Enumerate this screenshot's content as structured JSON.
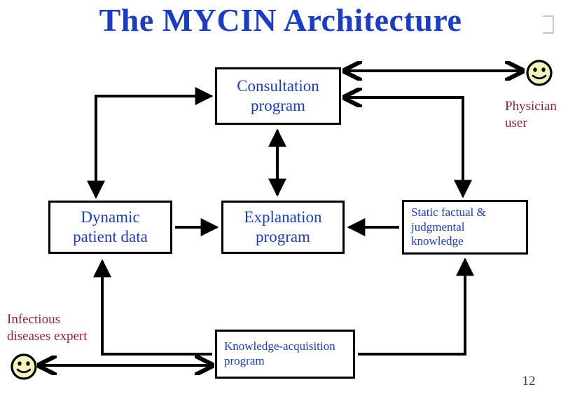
{
  "slide": {
    "title": "The MYCIN Architecture",
    "page_number": "12",
    "title_color": "#1a3cc8",
    "node_text_color": "#1a3cc8",
    "actor_label_color": "#96223a",
    "line_color": "#000000",
    "smiley_fill": "#f2f2ba",
    "background": "#ffffff"
  },
  "nodes": {
    "consultation": {
      "line1": "Consultation",
      "line2": "program"
    },
    "dynamic": {
      "line1": "Dynamic",
      "line2": "patient data"
    },
    "explanation": {
      "line1": "Explanation",
      "line2": "program"
    },
    "static": {
      "line1": "Static factual &",
      "line2": "judgmental",
      "line3": "knowledge"
    },
    "knowledge": {
      "line1": "Knowledge-acquisition",
      "line2": "program"
    }
  },
  "actors": {
    "physician": {
      "line1": "Physician",
      "line2": "user",
      "icon": "smiley-face-icon"
    },
    "expert": {
      "line1": "Infectious",
      "line2": "diseases expert",
      "icon": "smiley-face-icon"
    }
  },
  "connections": [
    {
      "name": "consultation-to-dynamic",
      "from": "Consultation program",
      "to": "Dynamic patient data",
      "style": "elbow",
      "arrowheads": "both"
    },
    {
      "name": "consultation-to-physician",
      "from": "Consultation program",
      "to": "Physician user",
      "style": "straight",
      "arrowheads": "both"
    },
    {
      "name": "consultation-to-static",
      "from": "Consultation program",
      "to": "Static factual & judgmental knowledge",
      "style": "elbow",
      "arrowheads": "both"
    },
    {
      "name": "consultation-to-explanation",
      "from": "Consultation program",
      "to": "Explanation program",
      "style": "straight",
      "arrowheads": "both"
    },
    {
      "name": "dynamic-to-explanation",
      "from": "Dynamic patient data",
      "to": "Explanation program",
      "style": "straight",
      "arrowheads": "end"
    },
    {
      "name": "static-to-explanation",
      "from": "Static factual & judgmental knowledge",
      "to": "Explanation program",
      "style": "straight",
      "arrowheads": "end"
    },
    {
      "name": "knowledge-to-dynamic",
      "from": "Knowledge-acquisition program",
      "to": "Dynamic patient data",
      "style": "elbow",
      "arrowheads": "end"
    },
    {
      "name": "knowledge-to-static",
      "from": "Knowledge-acquisition program",
      "to": "Static factual & judgmental knowledge",
      "style": "elbow",
      "arrowheads": "end"
    },
    {
      "name": "expert-to-knowledge",
      "from": "Infectious diseases expert",
      "to": "Knowledge-acquisition program",
      "style": "straight",
      "arrowheads": "both"
    }
  ]
}
